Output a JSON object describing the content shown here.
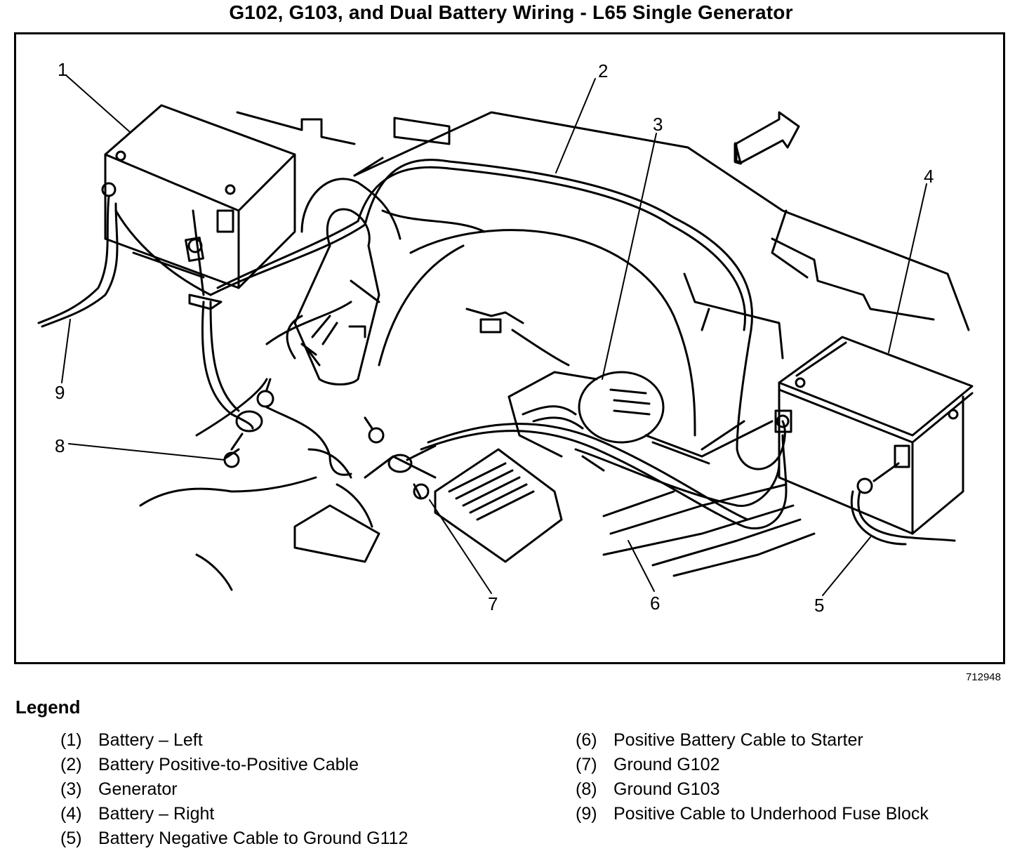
{
  "title": "G102, G103, and Dual Battery Wiring - L65 Single Generator",
  "figure_id": "712948",
  "callouts": [
    "1",
    "2",
    "3",
    "4",
    "5",
    "6",
    "7",
    "8",
    "9"
  ],
  "legend": {
    "heading": "Legend",
    "items": [
      {
        "num": "(1)",
        "label": "Battery – Left"
      },
      {
        "num": "(2)",
        "label": "Battery Positive-to-Positive Cable"
      },
      {
        "num": "(3)",
        "label": "Generator"
      },
      {
        "num": "(4)",
        "label": "Battery – Right"
      },
      {
        "num": "(5)",
        "label": "Battery Negative Cable to Ground G112"
      },
      {
        "num": "(6)",
        "label": "Positive Battery Cable to Starter"
      },
      {
        "num": "(7)",
        "label": "Ground G102"
      },
      {
        "num": "(8)",
        "label": "Ground G103"
      },
      {
        "num": "(9)",
        "label": "Positive Cable to Underhood Fuse Block"
      }
    ]
  }
}
